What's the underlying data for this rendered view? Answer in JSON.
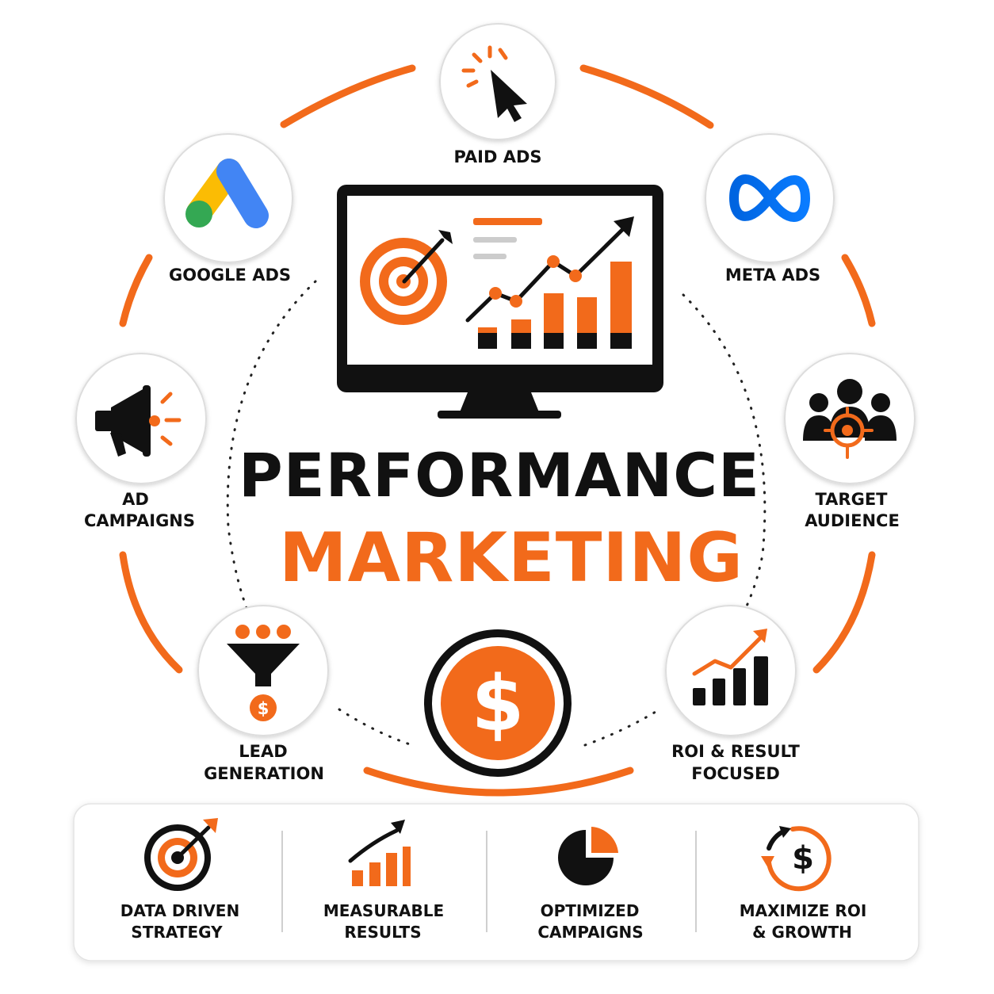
{
  "title": {
    "line1": "PERFORMANCE",
    "line2": "MARKETING"
  },
  "nodes": {
    "paid_ads": {
      "label": "PAID ADS",
      "icon": "cursor-click-icon"
    },
    "google_ads": {
      "label": "GOOGLE ADS",
      "icon": "google-ads-logo-icon"
    },
    "meta_ads": {
      "label": "META ADS",
      "icon": "meta-logo-icon"
    },
    "ad_campaigns": {
      "line1": "AD",
      "line2": "CAMPAIGNS",
      "icon": "megaphone-icon"
    },
    "target_audience": {
      "line1": "TARGET",
      "line2": "AUDIENCE",
      "icon": "audience-target-icon"
    },
    "lead_generation": {
      "line1": "LEAD",
      "line2": "GENERATION",
      "icon": "funnel-dollar-icon"
    },
    "roi": {
      "line1": "ROI & RESULT",
      "line2": "FOCUSED",
      "icon": "growth-chart-icon"
    }
  },
  "center": {
    "monitor_icon": "monitor-dashboard-icon",
    "coin_symbol": "$",
    "coin_icon": "dollar-coin-icon"
  },
  "features": [
    {
      "line1": "DATA DRIVEN",
      "line2": "STRATEGY",
      "icon": "target-arrow-icon"
    },
    {
      "line1": "MEASURABLE",
      "line2": "RESULTS",
      "icon": "bar-growth-icon"
    },
    {
      "line1": "OPTIMIZED",
      "line2": "CAMPAIGNS",
      "icon": "pie-chart-icon"
    },
    {
      "line1": "MAXIMIZE ROI",
      "line2": "& GROWTH",
      "icon": "dollar-cycle-icon"
    }
  ],
  "colors": {
    "accent": "#f26a1b",
    "dark": "#111111",
    "google_blue": "#4285f4",
    "google_yellow": "#fbbc04",
    "google_green": "#34a853",
    "meta_blue": "#0866ff"
  }
}
